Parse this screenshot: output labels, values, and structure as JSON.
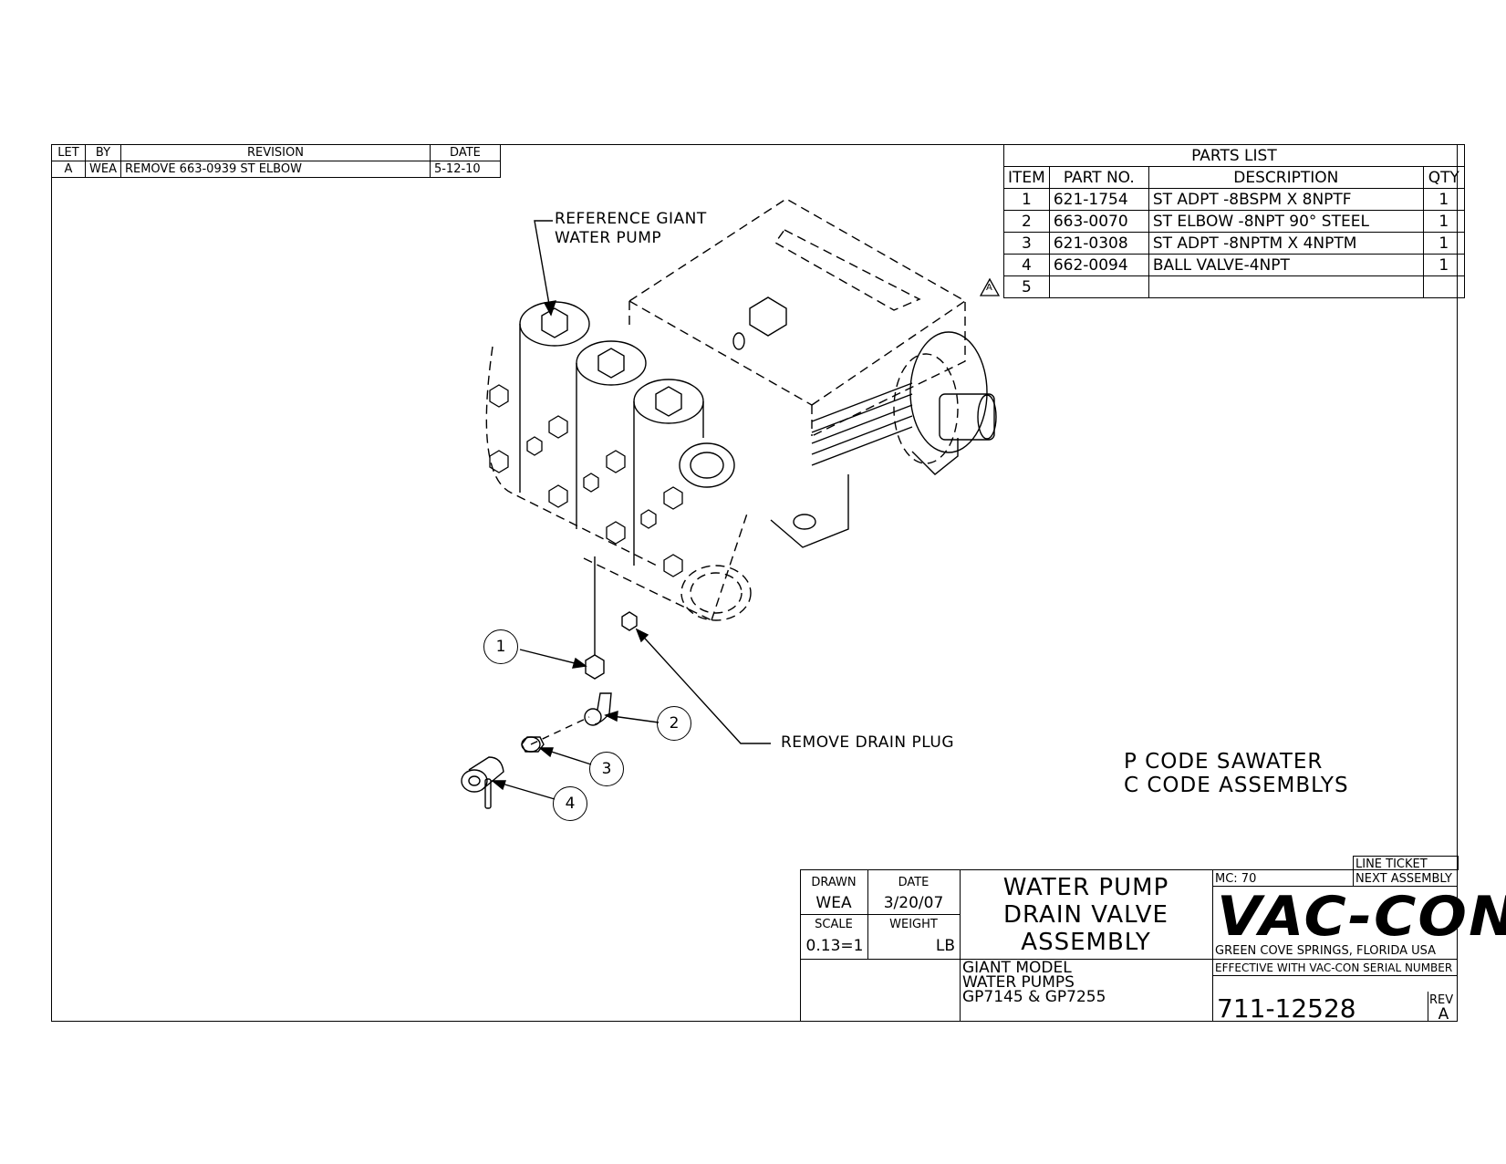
{
  "revision_table": {
    "headers": [
      "LET",
      "BY",
      "REVISION",
      "DATE"
    ],
    "rows": [
      [
        "A",
        "WEA",
        "REMOVE 663-0939   ST ELBOW",
        "5-12-10"
      ]
    ]
  },
  "parts_list": {
    "title": "PARTS LIST",
    "headers": [
      "ITEM",
      "PART NO.",
      "DESCRIPTION",
      "QTY"
    ],
    "rows": [
      [
        "1",
        "621-1754",
        "ST ADPT   -8BSPM X 8NPTF",
        "1"
      ],
      [
        "2",
        "663-0070",
        "ST ELBOW -8NPT 90° STEEL",
        "1"
      ],
      [
        "3",
        "621-0308",
        "ST ADPT -8NPTM X 4NPTM",
        "1"
      ],
      [
        "4",
        "662-0094",
        "BALL VALVE-4NPT",
        "1"
      ],
      [
        "5",
        "",
        "",
        ""
      ]
    ],
    "revision_marker": "A"
  },
  "callouts": {
    "reference_line1": "REFERENCE GIANT",
    "reference_line2": "WATER PUMP",
    "drain": "REMOVE DRAIN PLUG",
    "balloons": [
      "1",
      "2",
      "3",
      "4"
    ]
  },
  "notes": {
    "line1": "P CODE SAWATER",
    "line2": "C CODE ASSEMBLYS"
  },
  "title_block": {
    "drawn_label": "DRAWN",
    "drawn_value": "WEA",
    "date_label": "DATE",
    "date_value": "3/20/07",
    "scale_label": "SCALE",
    "scale_value": "0.13=1",
    "weight_label": "WEIGHT",
    "weight_value": "LB",
    "title_line1": "WATER PUMP",
    "title_line2": "DRAIN VALVE",
    "title_line3": "ASSEMBLY",
    "model_line1": "GIANT MODEL",
    "model_line2": "WATER PUMPS",
    "model_line3": "GP7145 & GP7255",
    "mc": "MC: 70",
    "line_ticket": "LINE TICKET",
    "next_assembly": "NEXT ASSEMBLY",
    "logo": "VAC-CON",
    "location": "GREEN COVE SPRINGS, FLORIDA USA",
    "effective": "EFFECTIVE WITH VAC-CON SERIAL NUMBER",
    "drawing_number": "711-12528",
    "rev_label": "REV",
    "rev_value": "A"
  }
}
